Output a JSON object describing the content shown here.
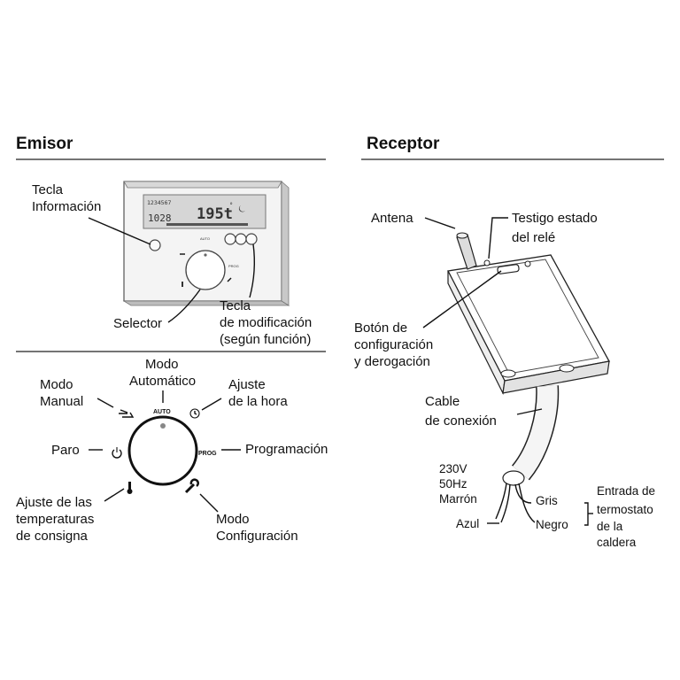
{
  "emisor": {
    "title": "Emisor",
    "device": {
      "lcd_top": "1234567",
      "lcd_left": "1028",
      "lcd_main": "195t",
      "lcd_unit": "°",
      "auto_tiny": "AUTO",
      "prog_tiny": "PROG"
    },
    "labels": {
      "tecla_info_1": "Tecla",
      "tecla_info_2": "Información",
      "selector": "Selector",
      "tecla_mod_1": "Tecla",
      "tecla_mod_2": "de modificación",
      "tecla_mod_3": "(según función)"
    },
    "dial": {
      "auto_mark": "AUTO",
      "prog_mark": "PROG",
      "modo_auto_1": "Modo",
      "modo_auto_2": "Automático",
      "modo_manual_1": "Modo",
      "modo_manual_2": "Manual",
      "ajuste_hora_1": "Ajuste",
      "ajuste_hora_2": "de la hora",
      "paro": "Paro",
      "programacion": "Programación",
      "ajuste_temp_1": "Ajuste de las",
      "ajuste_temp_2": "temperaturas",
      "ajuste_temp_3": "de consigna",
      "modo_config_1": "Modo",
      "modo_config_2": "Configuración"
    },
    "icons": [
      "hand-icon",
      "clock-icon",
      "power-icon",
      "thermometer-icon",
      "wrench-icon",
      "moon-icon"
    ]
  },
  "receptor": {
    "title": "Receptor",
    "labels": {
      "antena": "Antena",
      "testigo_1": "Testigo estado",
      "testigo_2": "del relé",
      "boton_1": "Botón de",
      "boton_2": "configuración",
      "boton_3": "y derogación",
      "cable_1": "Cable",
      "cable_2": "de conexión",
      "v230": "230V",
      "hz50": "50Hz",
      "marron": "Marrón",
      "azul": "Azul",
      "gris": "Gris",
      "negro": "Negro",
      "entrada_1": "Entrada de",
      "entrada_2": "termostato",
      "entrada_3": "de la",
      "entrada_4": "caldera"
    }
  }
}
